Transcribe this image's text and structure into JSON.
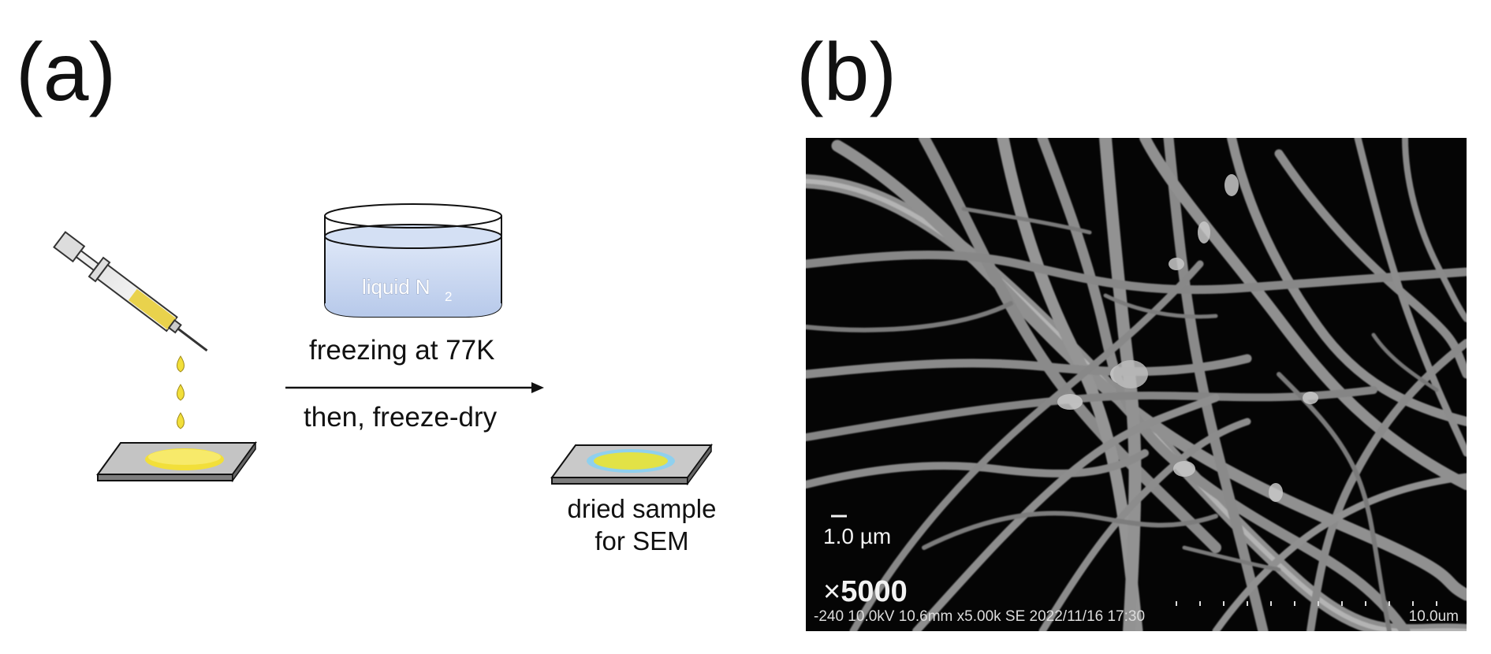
{
  "panels": {
    "a": "(a)",
    "b": "(b)"
  },
  "diagram": {
    "container_label": "liquid N",
    "container_label_sub": "2",
    "step1": "freezing at 77K",
    "step2": "then, freeze-dry",
    "result_line1": "dried sample",
    "result_line2": "for SEM"
  },
  "sem": {
    "scale_label": "1.0 µm",
    "magnification_symbol": "×",
    "magnification": "5000",
    "footer": "-240 10.0kV 10.6mm x5.00k SE  2022/11/16 17:30",
    "footer_scale": "10.0um"
  },
  "colors": {
    "liquid": "#c9d8f0",
    "drop": "#f2df3a",
    "slide": "#b8b8b8",
    "halo": "#8fd0ee",
    "fiber": "#9a9a9a"
  }
}
